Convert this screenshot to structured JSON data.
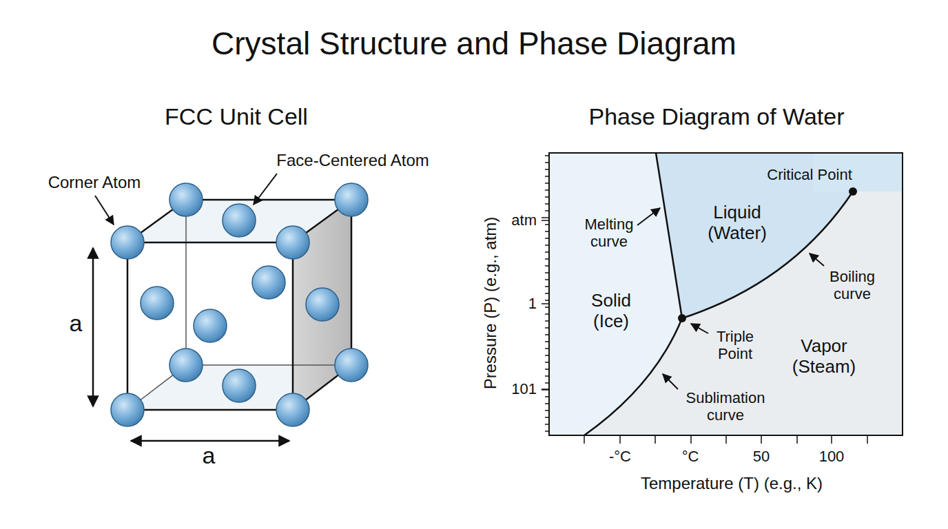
{
  "diagram": {
    "title": "Crystal Structure and Phase Diagram",
    "labels": [
      "FCC Unit Cell",
      "Corner Atom",
      "Face-Centered Atom",
      "a",
      "a",
      "Phase Diagram of Water",
      "Critical Point",
      "Liquid (Water)",
      "Melting curve",
      "atm",
      "Solid (Ice)",
      "1",
      "Boiling curve",
      "Triple Point",
      "Vapor (Steam)",
      "101",
      "Sublimation curve",
      "-°C",
      "°C",
      "50",
      "100",
      "Pressure (P) (e.g., atm)",
      "Temperature (T) (e.g., K)"
    ]
  }
}
